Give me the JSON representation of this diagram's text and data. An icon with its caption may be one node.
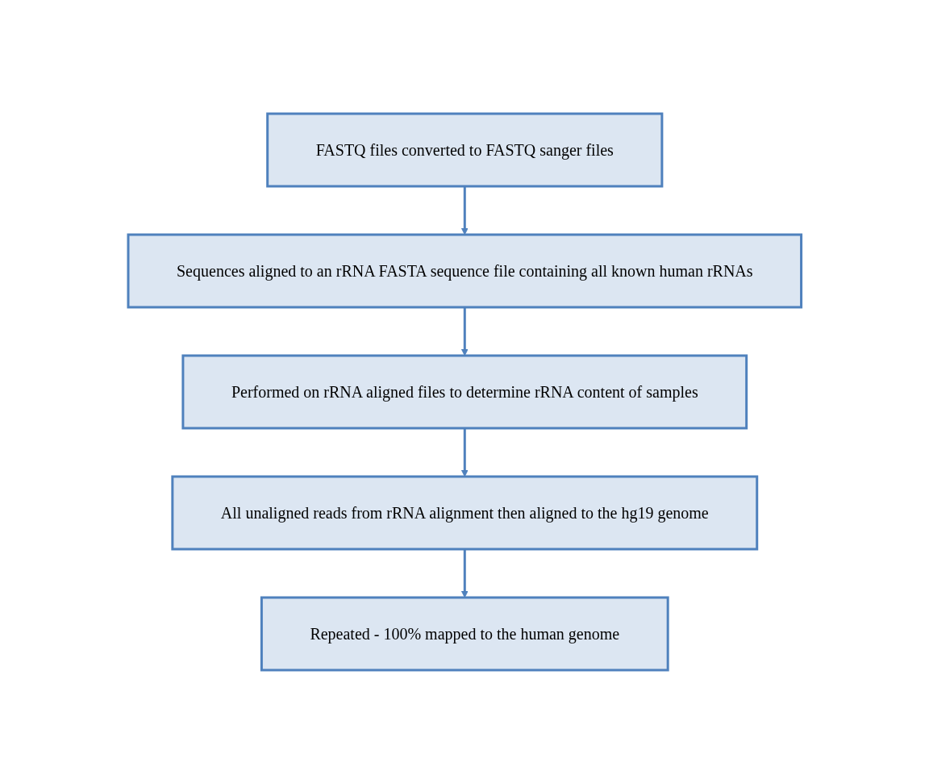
{
  "diagram": {
    "nodes": [
      {
        "text": [
          "FASTQ files converted to FASTQ sanger files"
        ]
      },
      {
        "text": [
          "Sequences aligned to an rRNA FASTA sequence file containing all known human rRNAs"
        ]
      },
      {
        "text": [
          "Performed on rRNA aligned files to determine rRNA content of samples"
        ]
      },
      {
        "text": [
          "All unaligned reads from rRNA alignment then aligned to the hg19 genome"
        ]
      },
      {
        "text": [
          "Repeated - 100% mapped to the human genome"
        ]
      }
    ],
    "edges": [
      {
        "from": 0,
        "to": 1,
        "arrow": "to"
      },
      {
        "from": 1,
        "to": 2,
        "arrow": "to"
      },
      {
        "from": 2,
        "to": 3,
        "arrow": "to"
      },
      {
        "from": 3,
        "to": 4,
        "arrow": "to"
      }
    ]
  }
}
